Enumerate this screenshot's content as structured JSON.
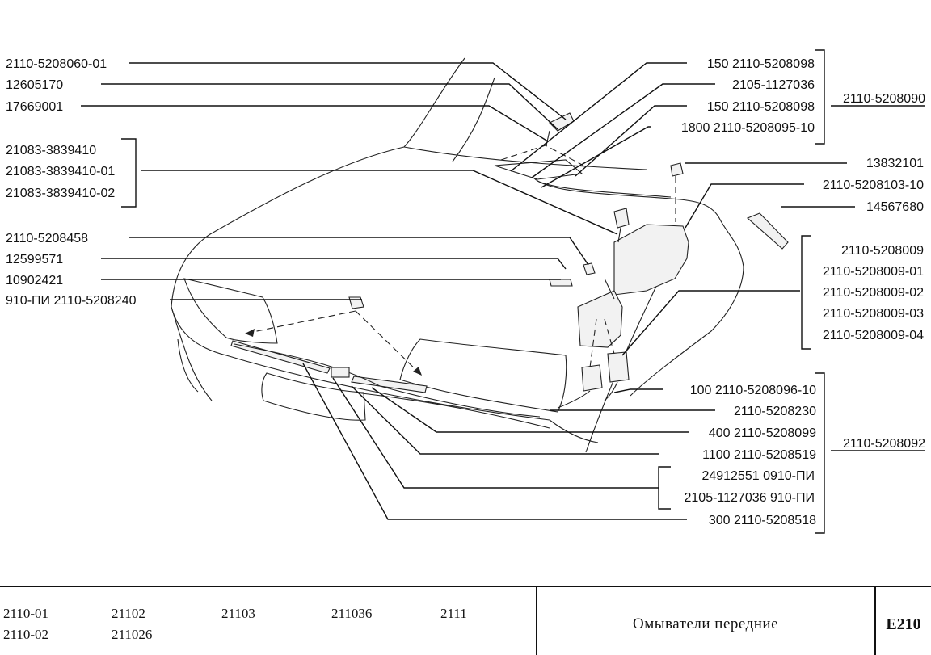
{
  "labels_left": [
    {
      "id": "l1",
      "text": "2110-5208060-01"
    },
    {
      "id": "l2",
      "text": "12605170"
    },
    {
      "id": "l3",
      "text": "17669001"
    },
    {
      "id": "l4",
      "text": "21083-3839410"
    },
    {
      "id": "l5",
      "text": "21083-3839410-01"
    },
    {
      "id": "l6",
      "text": "21083-3839410-02"
    },
    {
      "id": "l7",
      "text": "2110-5208458"
    },
    {
      "id": "l8",
      "text": "12599571"
    },
    {
      "id": "l9",
      "text": "10902421"
    },
    {
      "id": "l10",
      "text": "910-ПИ  2110-5208240"
    }
  ],
  "labels_right": [
    {
      "id": "r1",
      "text": "150  2110-5208098"
    },
    {
      "id": "r2",
      "text": "2105-1127036"
    },
    {
      "id": "r3",
      "text": "150  2110-5208098"
    },
    {
      "id": "r4",
      "text": "1800  2110-5208095-10"
    },
    {
      "id": "r5",
      "text": "13832101"
    },
    {
      "id": "r6",
      "text": "2110-5208103-10"
    },
    {
      "id": "r7",
      "text": "14567680"
    },
    {
      "id": "r8",
      "text": "2110-5208009"
    },
    {
      "id": "r9",
      "text": "2110-5208009-01"
    },
    {
      "id": "r10",
      "text": "2110-5208009-02"
    },
    {
      "id": "r11",
      "text": "2110-5208009-03"
    },
    {
      "id": "r12",
      "text": "2110-5208009-04"
    },
    {
      "id": "r13",
      "text": "100  2110-5208096-10"
    },
    {
      "id": "r14",
      "text": "2110-5208230"
    },
    {
      "id": "r15",
      "text": "400  2110-5208099"
    },
    {
      "id": "r16",
      "text": "1100  2110-5208519"
    },
    {
      "id": "r17",
      "text": "24912551  0910-ПИ"
    },
    {
      "id": "r18",
      "text": "2105-1127036  910-ПИ"
    },
    {
      "id": "r19",
      "text": "300  2110-5208518"
    }
  ],
  "assemblies": {
    "upper": "2110-5208090",
    "lower": "2110-5208092"
  },
  "title_block": {
    "models": [
      "2110-01",
      "21102",
      "21103",
      "211036",
      "2111",
      "2110-02",
      "211026"
    ],
    "title": "Омыватели передние",
    "code": "E210"
  }
}
